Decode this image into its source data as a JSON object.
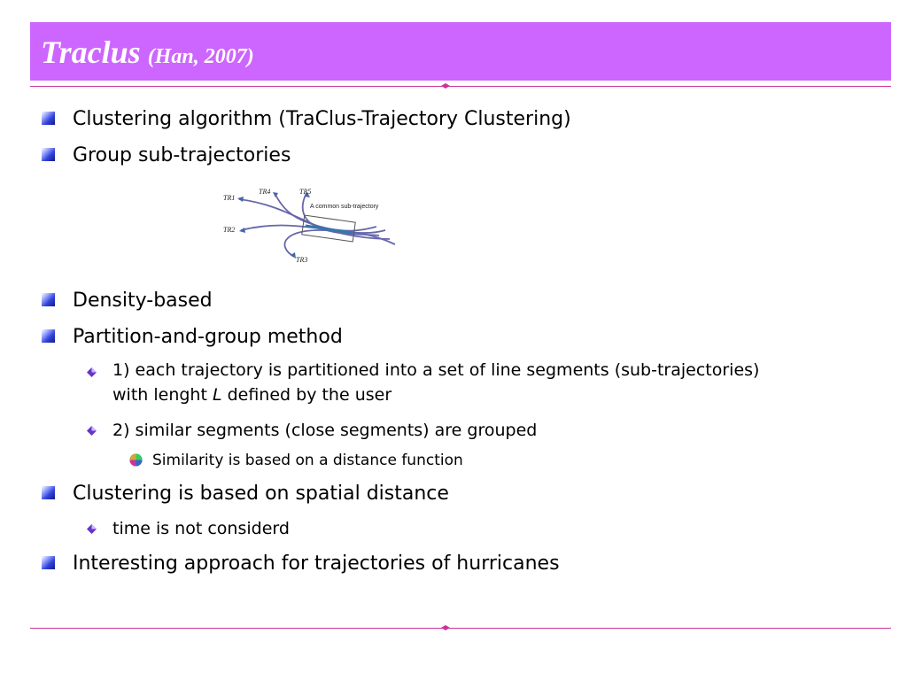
{
  "title": {
    "main": "Traclus",
    "citation": "(Han, 2007)"
  },
  "figure": {
    "labels": [
      "TR1",
      "TR2",
      "TR3",
      "TR4",
      "TR5"
    ],
    "caption": "A common sub-trajectory"
  },
  "bullets": {
    "b1": "Clustering algorithm (TraClus-Trajectory Clustering)",
    "b2": "Group sub-trajectories",
    "b3": "Density-based",
    "b4": "Partition-and-group method",
    "b4_1a": "1) each trajectory is partitioned into a set of line segments (sub-trajectories) with lenght ",
    "b4_1var": "L",
    "b4_1b": " defined by the user",
    "b4_2": "2) similar segments (close segments) are grouped",
    "b4_2_1": "Similarity is based on a distance function",
    "b5": "Clustering is based on spatial distance",
    "b5_1": "time is not considerd",
    "b6": "Interesting approach for trajectories of hurricanes"
  },
  "colors": {
    "title_bg": "#cc66ff",
    "rule": "#cc3399",
    "bullet_blue": "#3344dd",
    "sub_bullet": "#6633cc"
  }
}
